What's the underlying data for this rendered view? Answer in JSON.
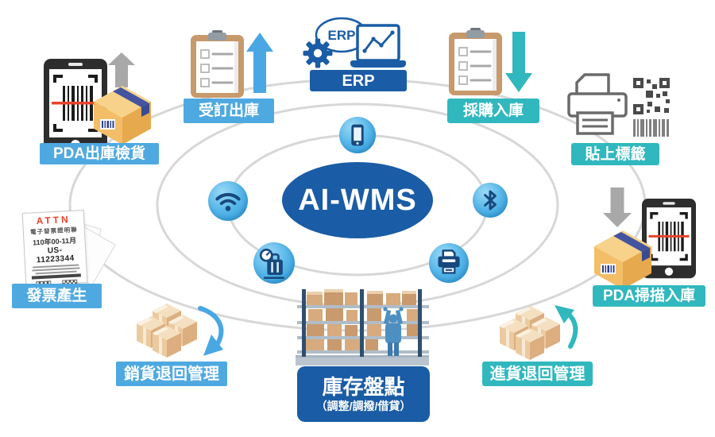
{
  "center": {
    "label": "AI-WMS"
  },
  "nodes": {
    "pda_outbound": {
      "label": "PDA出庫檢貨"
    },
    "order_outbound": {
      "label": "受訂出庫"
    },
    "erp": {
      "label": "ERP",
      "bubble_text": "ERP"
    },
    "purchase_inbound": {
      "label": "採購入庫"
    },
    "labeling": {
      "label": "貼上標籤"
    },
    "pda_scan_inbound": {
      "label": "PDA掃描入庫"
    },
    "invoice": {
      "label": "發票產生",
      "document": {
        "header": "ATTN",
        "line1": "電子發票證明聯",
        "line2": "110年00-11月",
        "line3": "US-11223344"
      }
    },
    "sales_return": {
      "label": "銷貨退回管理"
    },
    "inventory": {
      "label": "庫存盤點",
      "sublabel": "（調整/調撥/借貸）"
    },
    "purchase_return": {
      "label": "進貨退回管理"
    }
  },
  "orbit_icons": [
    {
      "name": "smartphone-icon"
    },
    {
      "name": "wifi-icon"
    },
    {
      "name": "bluetooth-icon"
    },
    {
      "name": "scale-icon"
    },
    {
      "name": "printer-icon"
    }
  ],
  "colors": {
    "primary_blue": "#1A5CA5",
    "light_blue_label": "#4FA9E1",
    "teal_label": "#30B8BE",
    "orbit_glyph_navy": "#17497E",
    "ring_gray": "#D7D7D7",
    "arrow_gray": "#A8A8A8",
    "arrow_blue": "#49A7E3",
    "box_orange": "#F2BE66",
    "box_tan": "#E8C294",
    "scan_line_red": "#E8432C"
  }
}
